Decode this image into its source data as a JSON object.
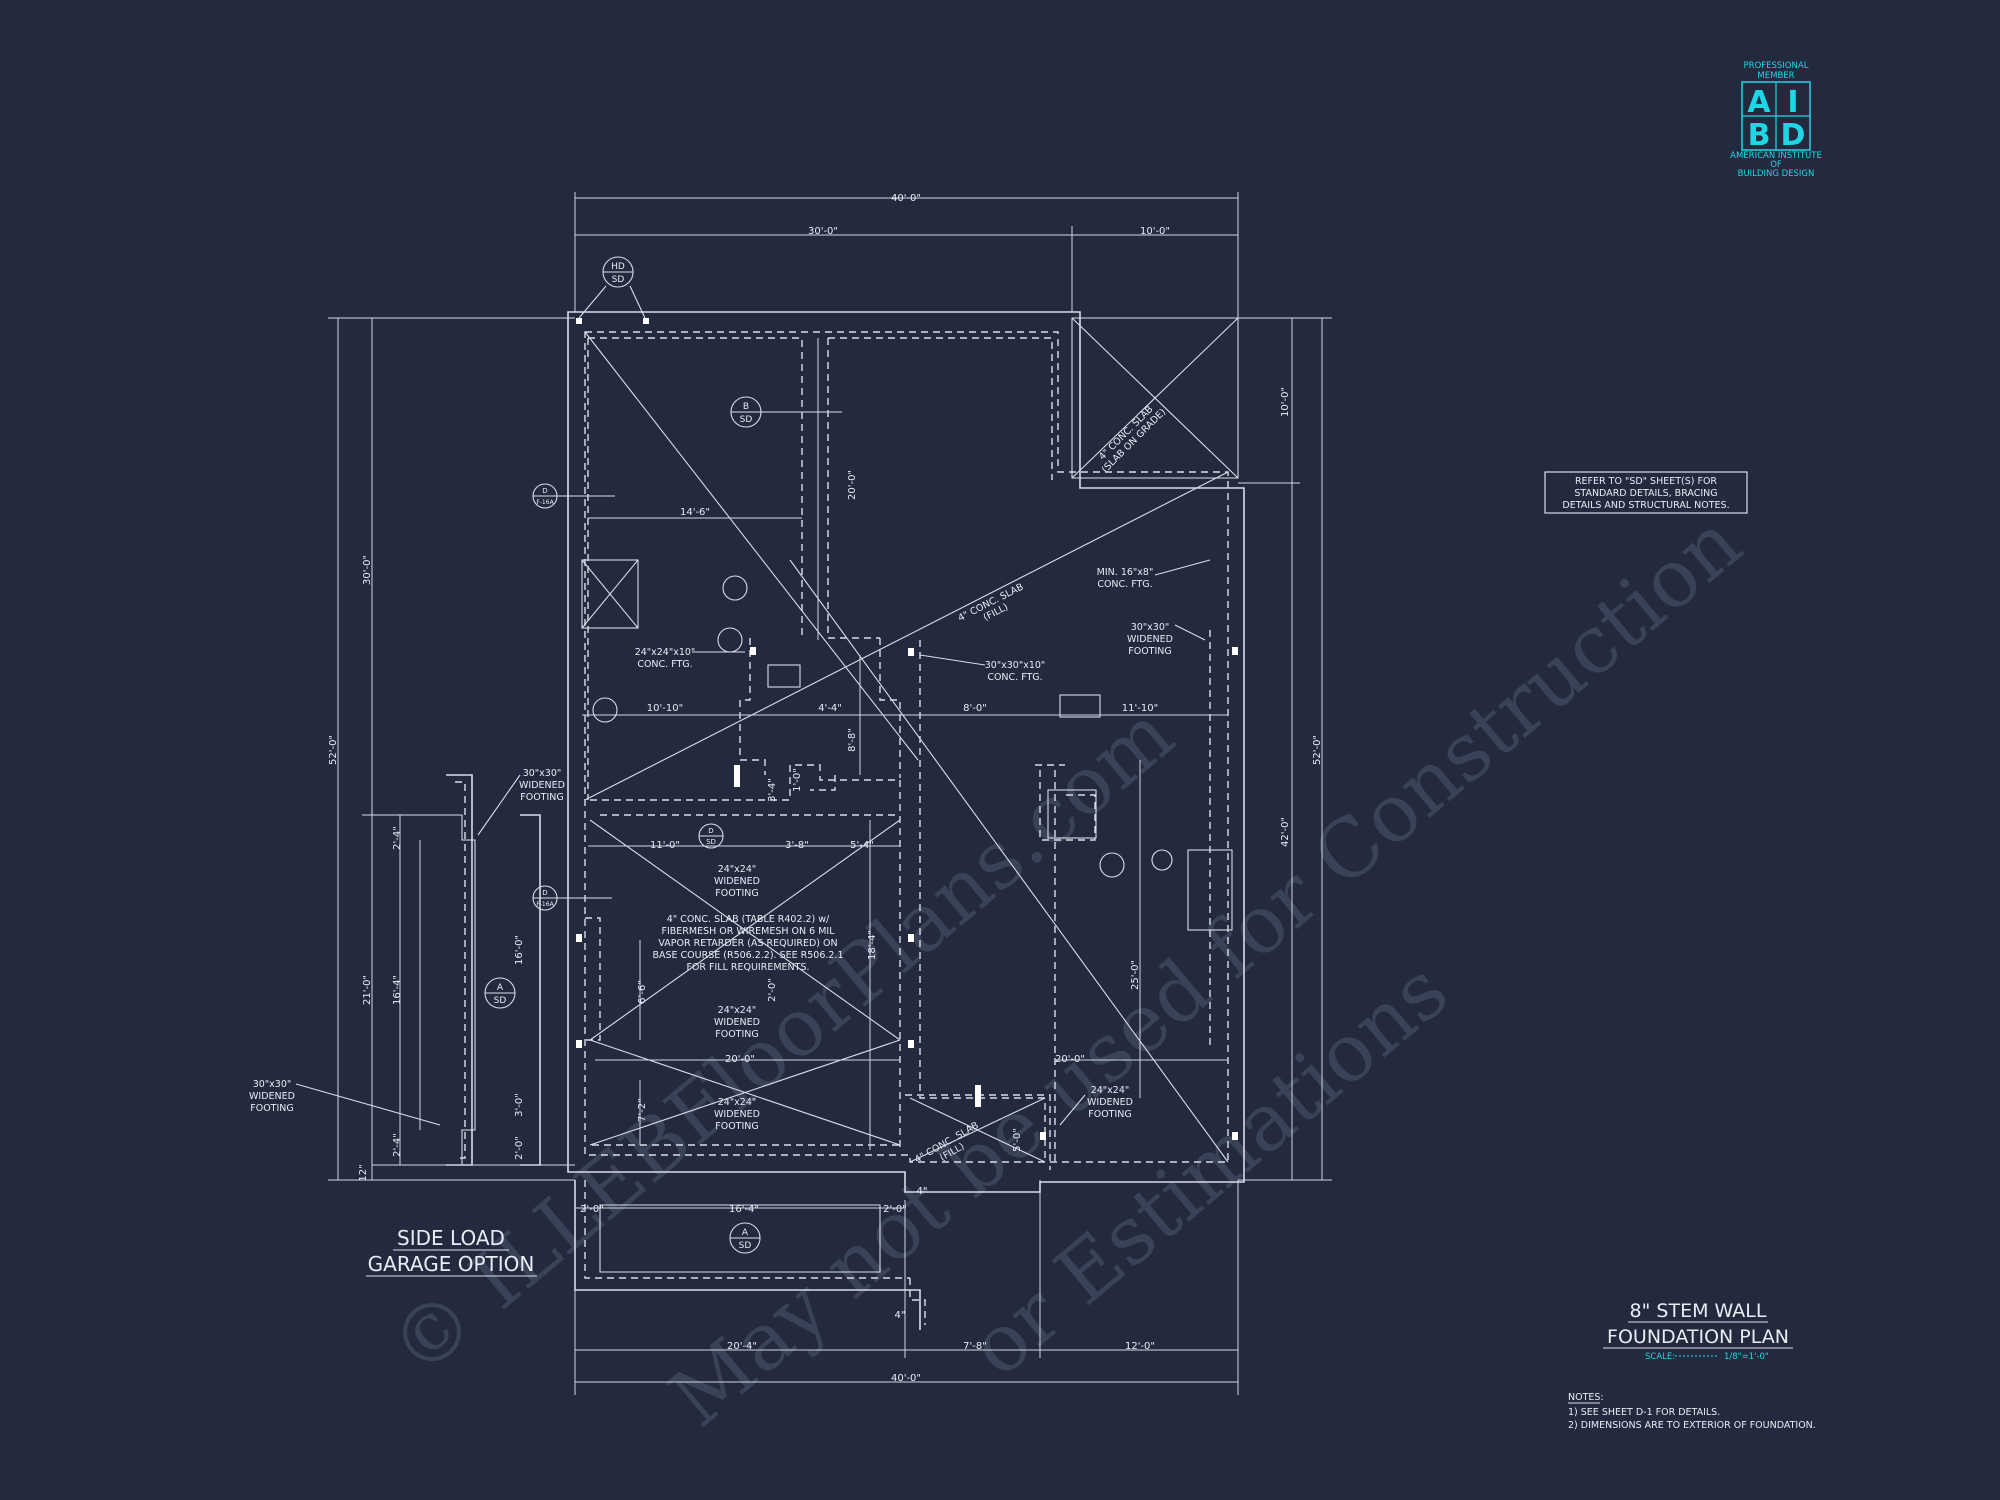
{
  "logo": {
    "top": "PROFESSIONAL",
    "top2": "MEMBER",
    "letters": [
      "A",
      "I",
      "B",
      "D"
    ],
    "bottom1": "AMERICAN INSTITUTE",
    "bottom2": "OF",
    "bottom3": "BUILDING DESIGN",
    "color": "#1fd6e6"
  },
  "watermark": {
    "line1": "© ILLEBFloorPlans.com",
    "line2": "May not be used for Construction",
    "line3": "or Estimations"
  },
  "dims": {
    "top_overall": "40'-0\"",
    "top_left": "30'-0\"",
    "top_right": "10'-0\"",
    "bottom_overall": "40'-0\"",
    "bottom_a": "20'-4\"",
    "bottom_b": "7'-8\"",
    "bottom_c": "12'-0\"",
    "left_upper": "30'-0\"",
    "left_overall": "52'-0\"",
    "left_lower": "21'-0\"",
    "right_upper": "10'-0\"",
    "right_overall": "52'-0\"",
    "right_lower": "42'-0\"",
    "d_14_6": "14'-6\"",
    "d_20_0v": "20'-0\"",
    "d_10_10": "10'-10\"",
    "d_4_4": "4'-4\"",
    "d_8_0": "8'-0\"",
    "d_11_10": "11'-10\"",
    "d_8_8": "8'-8\"",
    "d_11_0": "11'-0\"",
    "d_3_8": "3'-8\"",
    "d_5_4": "5'-4\"",
    "d_3_4": "3'-4\"",
    "d_1_0": "1'-0\"",
    "d_16_0": "16'-0\"",
    "d_18_4": "18'-4\"",
    "d_6_6": "6'-6\"",
    "d_2_0a": "2'-0\"",
    "d_20_0a": "20'-0\"",
    "d_20_0b": "20'-0\"",
    "d_7_2": "7'-2\"",
    "d_25_0": "25'-0\"",
    "d_3_0": "3'-0\"",
    "d_2_0b": "2'-0\"",
    "d_2_4a": "2'-4\"",
    "d_2_4b": "2'-4\"",
    "d_16_4": "16'-4\"",
    "d_12": "12\"",
    "d_2_0c": "2'-0\"",
    "d_16_4b": "16'-4\"",
    "d_2_0d": "2'-0\"",
    "d_4a": "4\"",
    "d_4b": "4\"",
    "d_5_0": "5'-0\"",
    "d_21_0": "21'-0\""
  },
  "callouts": {
    "hd_top": "HD",
    "hd_bot": "SD",
    "b_top": "B",
    "b_bot": "SD",
    "d1_top": "D",
    "d1_bot": "F-16A",
    "d2_top": "D",
    "d2_bot": "F-16A",
    "a1_top": "A",
    "a1_bot": "SD",
    "a2_top": "A",
    "a2_bot": "SD",
    "d3_top": "D",
    "d3_bot": "SD"
  },
  "notes": {
    "ftg_24x24x10": [
      "24\"x24\"x10\"",
      "CONC. FTG."
    ],
    "ftg_30x30x10": [
      "30\"x30\"x10\"",
      "CONC. FTG."
    ],
    "min_16x8": [
      "MIN. 16\"x8\"",
      "CONC. FTG."
    ],
    "wid_30_right": [
      "30\"x30\"",
      "WIDENED",
      "FOOTING"
    ],
    "wid_30_left": [
      "30\"x30\"",
      "WIDENED",
      "FOOTING"
    ],
    "wid_30_far": [
      "30\"x30\"",
      "WIDENED",
      "FOOTING"
    ],
    "wid_24_a": [
      "24\"x24\"",
      "WIDENED",
      "FOOTING"
    ],
    "wid_24_b": [
      "24\"x24\"",
      "WIDENED",
      "FOOTING"
    ],
    "wid_24_c": [
      "24\"x24\"",
      "WIDENED",
      "FOOTING"
    ],
    "wid_24_d": [
      "24\"x24\"",
      "WIDENED",
      "FOOTING"
    ],
    "slab_main": [
      "4\" CONC. SLAB (TABLE R402.2) w/",
      "FIBERMESH OR WIREMESH ON 6 MIL",
      "VAPOR RETARDER (AS REQUIRED) ON",
      "BASE COURSE (R506.2.2). SEE R506.2.1",
      "FOR FILL REQUIREMENTS."
    ],
    "slab_fill1": [
      "4\" CONC. SLAB",
      "(FILL)"
    ],
    "slab_fill2": [
      "4\" CONC. SLAB",
      "(FILL)"
    ],
    "slab_grade": [
      "4\" CONC. SLAB",
      "(SLAB ON GRADE)"
    ],
    "refer": [
      "REFER TO \"SD\" SHEET(S) FOR",
      "STANDARD DETAILS, BRACING",
      "DETAILS AND STRUCTURAL NOTES."
    ]
  },
  "labels": {
    "side_load_1": "SIDE LOAD",
    "side_load_2": "GARAGE OPTION",
    "title_1": "8\" STEM WALL",
    "title_2": "FOUNDATION PLAN",
    "scale_label": "SCALE:",
    "scale_value": "1/8\"=1'-0\""
  },
  "footnotes": {
    "heading": "NOTES:",
    "n1": "1)  SEE SHEET D-1 FOR DETAILS.",
    "n2": "2)  DIMENSIONS ARE TO EXTERIOR OF FOUNDATION."
  }
}
